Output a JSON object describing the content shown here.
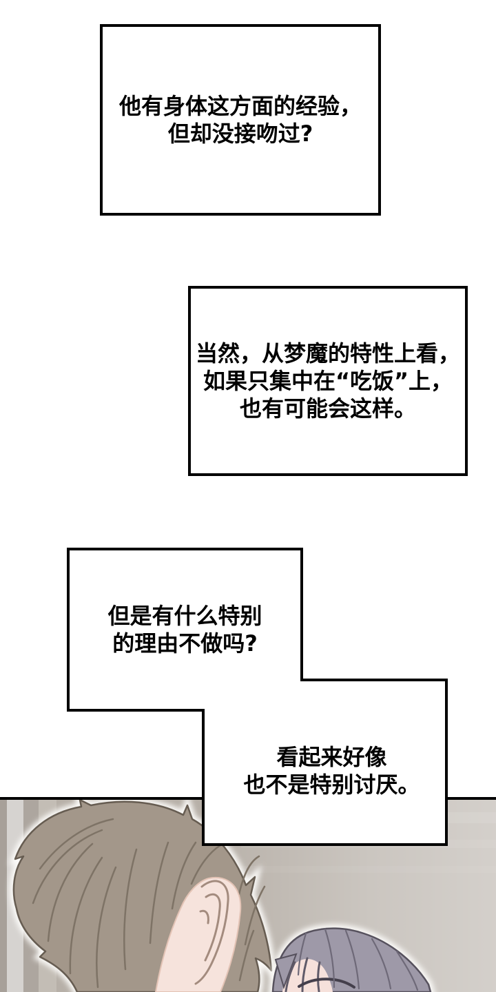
{
  "page": {
    "type": "webtoon-comic-page",
    "background": "#ffffff"
  },
  "bubbles": {
    "b1": {
      "lines": [
        "他有身体这方面的经验，",
        "但却没接吻过?"
      ]
    },
    "b2": {
      "lines": [
        "当然，从梦魔的特性上看，",
        "如果只集中在“吃饭”上，",
        "也有可能会这样。"
      ]
    },
    "b3": {
      "lines": [
        "但是有什么特别",
        "的理由不做吗?"
      ]
    },
    "b4": {
      "lines": [
        "看起来好像",
        "也不是特别讨厌。"
      ]
    }
  },
  "illustration": {
    "colors": {
      "wall": "#b7b0a8",
      "wall_stripe_dark": "#a7a099",
      "door_frame_light": "#d6d3d0",
      "wall_stripe_mid": "#ada69f",
      "wall_stripe_soft": "#c3bdb5",
      "halo": "#fbfaf8",
      "hair_person1": "#a3978a",
      "hair_person1_stroke": "#665c51",
      "hair_person1_strand": "#7e7366",
      "skin_person1": "#f6e3dc",
      "skin_outline": "#e3c3b5",
      "ear_line": "#a38b7e",
      "hair_person2": "#9e99a8",
      "hair_person2_stroke": "#56515d",
      "hair_person2_strand": "#6e6978",
      "skin_person2": "#f6e1db",
      "bangs_line": "#5f5a68",
      "glasses": "#443f4b"
    }
  }
}
